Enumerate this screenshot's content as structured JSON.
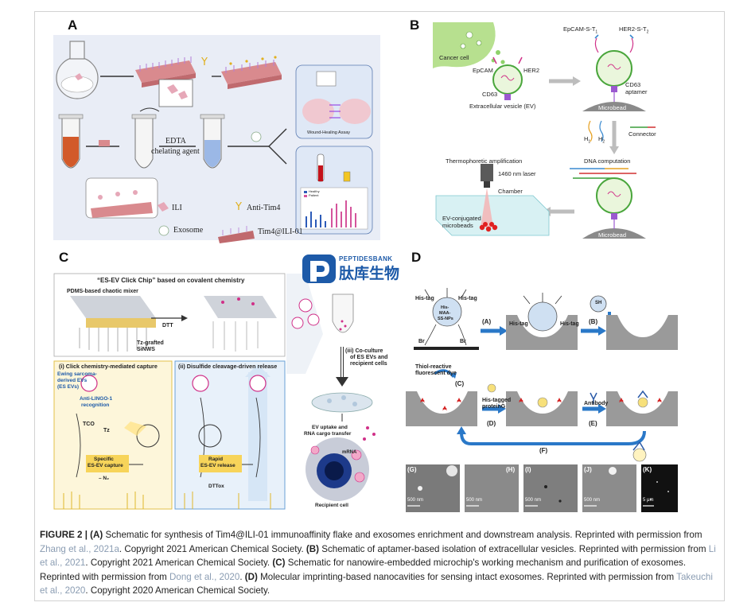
{
  "panels": {
    "a": {
      "letter": "A",
      "labels": {
        "edta": "EDTA",
        "chelating": "chelating agent",
        "wound": "Wound-Healing Assay",
        "ili": "ILI",
        "anti_tim4": "Anti-Tim4",
        "exosome": "Exosome",
        "tim4": "Tim4@ILI-01"
      },
      "legend": [
        "Healthy",
        "Patient"
      ]
    },
    "b": {
      "letter": "B",
      "labels": {
        "cancer_cell": "Cancer cell",
        "epcam": "EpCAM",
        "her2": "HER2",
        "cd63": "CD63",
        "ev": "Extracellular vesicle (EV)",
        "epcam_s": "EpCAM-S-T",
        "her2_s": "HER2-S-T",
        "cd63_apt1": "CD63",
        "cd63_apt2": "aptamer",
        "microbead": "Microbead",
        "h1": "H",
        "h2": "H",
        "connector": "Connector",
        "dna": "DNA computation",
        "thermo": "Thermophoretic amplification",
        "laser": "1460 nm laser",
        "chamber": "Chamber",
        "evbeads1": "EV-conjugated",
        "evbeads2": "microbeads",
        "microbead2": "Microbead"
      }
    },
    "c": {
      "letter": "C",
      "labels": {
        "chip_title": "“ES-EV Click Chip” based on covalent chemistry",
        "pdms": "PDMS-based chaotic mixer",
        "dtt": "DTT",
        "tz_sinws_1": "Tz-grafted",
        "tz_sinws_2": "SiNWS",
        "click_capture": "(i) Click chemistry-mediated capture",
        "disulfide": "(ii) Disulfide cleavage-driven release",
        "ewing1": "Ewing sarcoma-",
        "ewing2": "derived EVs",
        "ewing3": "(ES EVs)",
        "anti_lingo1": "Anti-LINGO-1",
        "anti_lingo2": "recognition",
        "tco": "TCO",
        "tz": "Tz",
        "specific1": "Specific",
        "specific2": "ES-EV capture",
        "n2": "– N₂",
        "rapid1": "Rapid",
        "rapid2": "ES-EV release",
        "dttox": "DTTox",
        "coculture1": "(iii) Co-culture",
        "coculture2": "of ES EVs and",
        "coculture3": "recipient cells",
        "uptake1": "EV uptake and",
        "uptake2": "RNA cargo transfer",
        "mrna": "mRNA",
        "recipient": "Recipient cell"
      }
    },
    "d": {
      "letter": "D",
      "labels": {
        "his_tag": "His-tag",
        "his_maa": "His-",
        "maa": "MAA-",
        "ss": "SS-NPs",
        "br": "Br",
        "a": "(A)",
        "b": "(B)",
        "c": "(C)",
        "d": "(D)",
        "e": "(E)",
        "f": "(F)",
        "thiol1": "Thiol-reactive",
        "thiol2": "fluorescent dye",
        "histagged1": "His-tagged",
        "histagged2": "proteinG",
        "antibody": "Antibody",
        "sh": "SH",
        "g": "(G)",
        "h": "(H)",
        "i": "(I)",
        "j": "(J)",
        "k": "(K)",
        "nm500": "500 nm",
        "um5": "5 μm"
      }
    }
  },
  "watermark": {
    "brand_en": "PEPTIDESBANK",
    "brand_cn": "肽库生物"
  },
  "caption": {
    "fig": "FIGURE 2 |",
    "p1_a": "(A)",
    "p1_text": " Schematic for synthesis of Tim4@ILI-01 immunoaffinity flake and exosomes enrichment and downstream analysis. Reprinted with permission from ",
    "ref1": "Zhang et al., 2021a",
    "p2_text": ". Copyright 2021 American Chemical Society. ",
    "p2_b": "(B)",
    "p3_text": " Schematic of aptamer-based isolation of extracellular vesicles. Reprinted with permission from ",
    "ref2": "Li et al., 2021",
    "p4_text": ". Copyright 2021 American Chemical Society. ",
    "p4_c": "(C)",
    "p5_text": " Schematic for nanowire-embedded microchip's working mechanism and purification of exosomes. Reprinted with permission from ",
    "ref3": "Dong et al., 2020",
    "p6_text": ". ",
    "p6_d": "(D)",
    "p7_text": " Molecular imprinting-based nanocavities for sensing intact exosomes. Reprinted with permission from ",
    "ref4": "Takeuchi et al., 2020",
    "p8_text": ". Copyright 2020 American Chemical Society."
  },
  "colors": {
    "panel_a_bg": "#e9edf6",
    "panel_b_green": "#b7e08f",
    "accent_blue": "#1d5aa8",
    "ref_blue": "#8a9cb2"
  }
}
